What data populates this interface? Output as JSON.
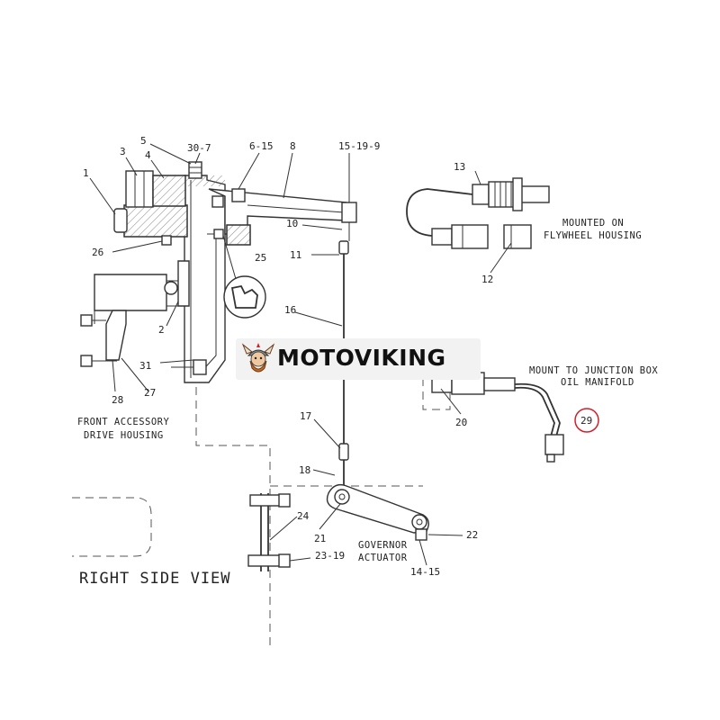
{
  "callouts": {
    "c1": "1",
    "c2": "2",
    "c3": "3",
    "c4": "4",
    "c5": "5",
    "c30_7": "30-7",
    "c6_15": "6-15",
    "c8": "8",
    "c15_19_9": "15-19-9",
    "c10": "10",
    "c11": "11",
    "c13": "13",
    "c12": "12",
    "c26": "26",
    "c25": "25",
    "c16": "16",
    "c31": "31",
    "c28": "28",
    "c27": "27",
    "c20": "20",
    "c29": "29",
    "c17": "17",
    "c18": "18",
    "c24": "24",
    "c21": "21",
    "c22": "22",
    "c23_19": "23-19",
    "c14_15": "14-15"
  },
  "captions": {
    "mounted_on": "MOUNTED ON",
    "flywheel_housing": "FLYWHEEL HOUSING",
    "mount_junction": "MOUNT TO JUNCTION BOX",
    "oil_manifold": "OIL MANIFOLD",
    "front_accessory": "FRONT ACCESSORY",
    "drive_housing": "DRIVE HOUSING",
    "governor": "GOVERNOR",
    "actuator": "ACTUATOR"
  },
  "view_title": "RIGHT SIDE VIEW",
  "watermark": {
    "text": "MOTOVIKING"
  },
  "highlight_color": "#d0202a",
  "icons": {
    "mascot": "viking-mascot-icon"
  }
}
